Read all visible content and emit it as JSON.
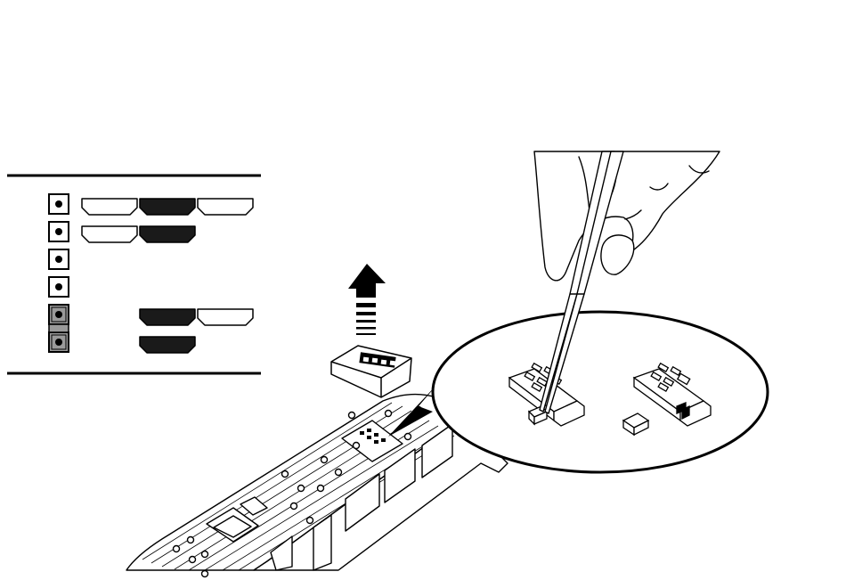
{
  "figure": {
    "title": "",
    "colors": {
      "line": "#000000",
      "fill_dark": "#1a1a1a",
      "fill_light": "#ffffff",
      "jumper_fill": "#9a9a9a"
    }
  },
  "legend_panel": {
    "rows": [
      {
        "pin": "dot",
        "shapes": [
          "outline",
          "filled",
          "outline"
        ]
      },
      {
        "pin": "dot",
        "shapes": [
          "outline",
          "filled",
          "none"
        ]
      },
      {
        "pin": "dot",
        "shapes": [
          "none",
          "none",
          "none"
        ]
      },
      {
        "pin": "dot",
        "shapes": [
          "none",
          "none",
          "none"
        ]
      },
      {
        "pin": "jumpered",
        "shapes": [
          "none",
          "filled",
          "outline"
        ]
      },
      {
        "pin": "jumpered",
        "shapes": [
          "none",
          "filled",
          "none"
        ]
      }
    ]
  },
  "illustration": {
    "arrow_direction": "up",
    "removed_part": "roof-cover-module",
    "hand_tool": "tweezers",
    "detail_view": "magnified-jumper-blocks"
  }
}
